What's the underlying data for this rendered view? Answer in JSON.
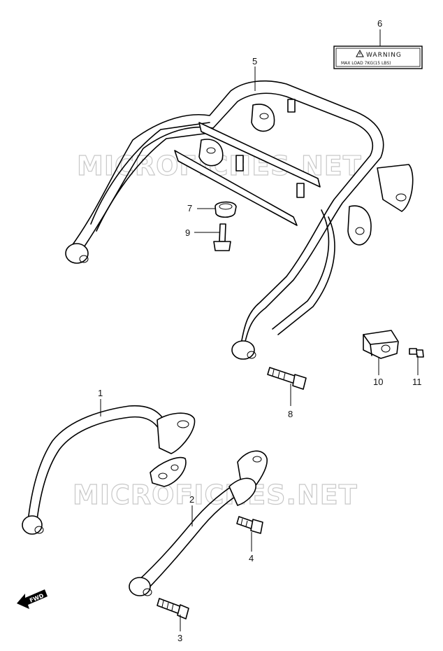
{
  "watermark": {
    "text": "MICROFICHES.NET",
    "color": "#c8c8c8"
  },
  "warning_label": {
    "title": "WARNING",
    "subtext": "MAX LOAD 7KG(15 LBS)"
  },
  "fwd_badge": {
    "text": "FWD"
  },
  "callouts": {
    "c1": "1",
    "c2": "2",
    "c3": "3",
    "c4": "4",
    "c5": "5",
    "c6": "6",
    "c7": "7",
    "c8": "8",
    "c9": "9",
    "c10": "10",
    "c11": "11"
  },
  "icons": [
    "warning-triangle-icon",
    "fwd-arrow-icon"
  ]
}
